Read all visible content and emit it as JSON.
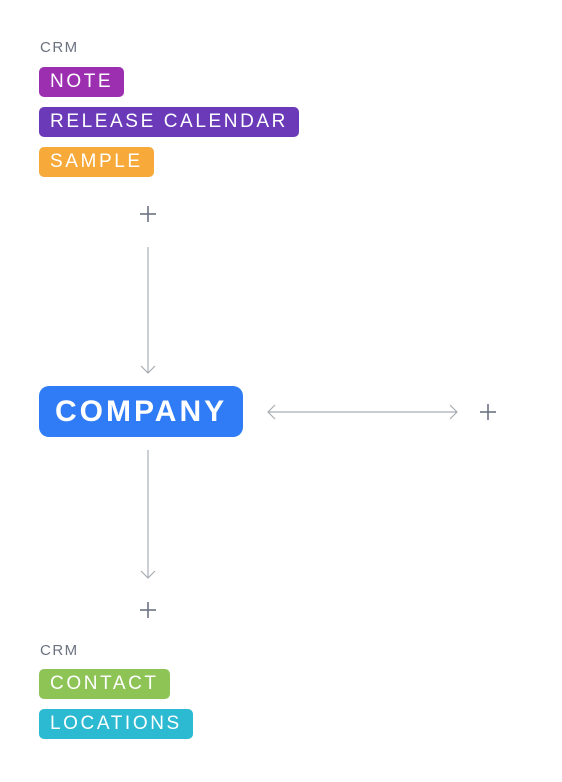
{
  "top_group": {
    "label": "CRM",
    "tags": [
      {
        "label": "NOTE",
        "color": "#9c2fb0"
      },
      {
        "label": "RELEASE CALENDAR",
        "color": "#6a3ab8"
      },
      {
        "label": "SAMPLE",
        "color": "#f7a93a"
      }
    ]
  },
  "center": {
    "label": "COMPANY",
    "color": "#2f7cf6"
  },
  "bottom_group": {
    "label": "CRM",
    "tags": [
      {
        "label": "CONTACT",
        "color": "#8ec355"
      },
      {
        "label": "LOCATIONS",
        "color": "#2bbad2"
      }
    ]
  },
  "colors": {
    "connector": "#a8adb4",
    "plus": "#6b7280"
  },
  "icons": {
    "add": "plus-icon",
    "down_arrow": "arrow-down-icon",
    "bidirectional_arrow": "arrow-left-right-icon"
  }
}
